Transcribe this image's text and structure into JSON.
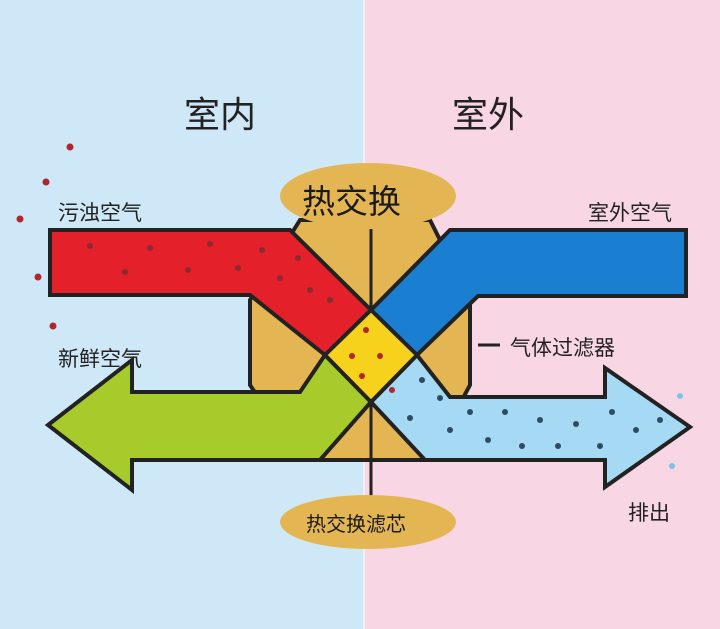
{
  "labels": {
    "indoor": "室内",
    "outdoor": "室外",
    "dirty_air": "污浊空气",
    "outdoor_air": "室外空气",
    "fresh_air": "新鲜空气",
    "gas_filter": "气体过滤器",
    "heat_exchange": "热交换",
    "heat_exchange_filter": "热交换滤芯",
    "exhaust": "排出"
  },
  "colors": {
    "indoor_bg": "#cfe8f7",
    "outdoor_bg": "#f9d6e4",
    "hexagon": "#e3b653",
    "oval": "#e3b653",
    "dirty_air_arrow": "#e4202a",
    "outdoor_air_arrow": "#1a7fd0",
    "fresh_air_arrow": "#a6cb2a",
    "exhaust_arrow": "#a6d9f3",
    "core": "#f7d21c",
    "dirty_particle": "#b1262c",
    "clean_particle": "#2f4a63"
  }
}
